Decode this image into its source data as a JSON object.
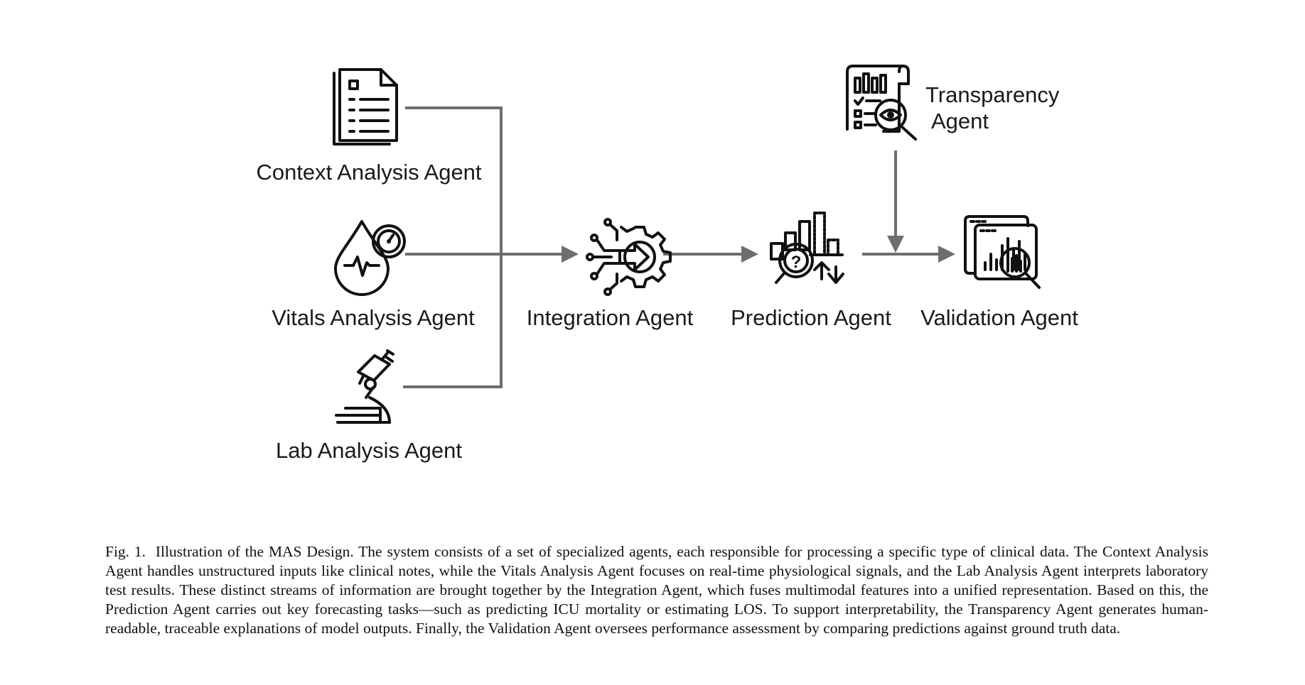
{
  "agents": {
    "context": "Context Analysis Agent",
    "vitals": "Vitals Analysis Agent",
    "lab": "Lab Analysis Agent",
    "integration": "Integration Agent",
    "prediction": "Prediction Agent",
    "validation": "Validation Agent",
    "transparency_line1": "Transparency",
    "transparency_line2": "Agent"
  },
  "icons": {
    "context": "document-icon",
    "vitals": "blood-drop-gauge-icon",
    "lab": "microscope-icon",
    "integration": "circuit-gear-icon",
    "prediction": "chart-magnifier-icon",
    "validation": "dashboard-magnifier-icon",
    "transparency": "report-eye-magnifier-icon"
  },
  "caption": {
    "label": "Fig. 1.",
    "text": "Illustration of the MAS Design. The system consists of a set of specialized agents, each responsible for processing a specific type of clinical data. The Context Analysis Agent handles unstructured inputs like clinical notes, while the Vitals Analysis Agent focuses on real-time physiological signals, and the Lab Analysis Agent interprets laboratory test results. These distinct streams of information are brought together by the Integration Agent, which fuses multimodal features into a unified representation. Based on this, the Prediction Agent carries out key forecasting tasks—such as predicting ICU mortality or estimating LOS. To support interpretability, the Transparency Agent generates human-readable, traceable explanations of model outputs. Finally, the Validation Agent oversees performance assessment by comparing predictions against ground truth data."
  },
  "colors": {
    "connector": "#6e6e6e",
    "icon": "#111111",
    "text": "#1a1a1a"
  }
}
